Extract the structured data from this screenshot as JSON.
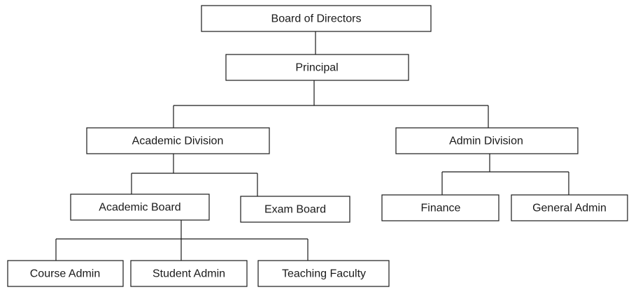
{
  "nodes": {
    "board": {
      "label": "Board of Directors"
    },
    "principal": {
      "label": "Principal"
    },
    "academic_division": {
      "label": "Academic Division"
    },
    "admin_division": {
      "label": "Admin Division"
    },
    "academic_board": {
      "label": "Academic Board"
    },
    "exam_board": {
      "label": "Exam Board"
    },
    "finance": {
      "label": "Finance"
    },
    "general_admin": {
      "label": "General Admin"
    },
    "course_admin": {
      "label": "Course Admin"
    },
    "student_admin": {
      "label": "Student Admin"
    },
    "teaching_faculty": {
      "label": "Teaching Faculty"
    }
  },
  "edges": [
    {
      "from": "board",
      "to": "principal"
    },
    {
      "from": "principal",
      "to": "academic_division"
    },
    {
      "from": "principal",
      "to": "admin_division"
    },
    {
      "from": "academic_division",
      "to": "academic_board"
    },
    {
      "from": "academic_division",
      "to": "exam_board"
    },
    {
      "from": "admin_division",
      "to": "finance"
    },
    {
      "from": "admin_division",
      "to": "general_admin"
    },
    {
      "from": "academic_board",
      "to": "course_admin"
    },
    {
      "from": "academic_board",
      "to": "student_admin"
    },
    {
      "from": "academic_board",
      "to": "teaching_faculty"
    }
  ]
}
